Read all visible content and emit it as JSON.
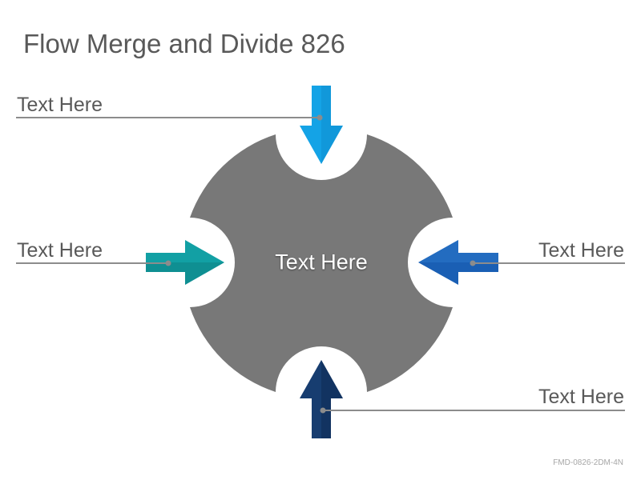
{
  "title": "Flow Merge and Divide 826",
  "center_label": "Text Here",
  "labels": {
    "top_left": "Text Here",
    "middle_left": "Text Here",
    "middle_right": "Text Here",
    "bottom_right": "Text Here"
  },
  "code": "FMD-0826-2DM-4N",
  "colors": {
    "shape": "#787878",
    "arrow_top": "#14a3e6",
    "arrow_left": "#12a0a4",
    "arrow_right": "#1a5fb4",
    "arrow_bottom": "#173d70",
    "connector": "#8c8c8c",
    "text": "#595959"
  },
  "arrows": [
    {
      "name": "top",
      "direction": "down"
    },
    {
      "name": "left",
      "direction": "right"
    },
    {
      "name": "right",
      "direction": "left"
    },
    {
      "name": "bottom",
      "direction": "up"
    }
  ]
}
